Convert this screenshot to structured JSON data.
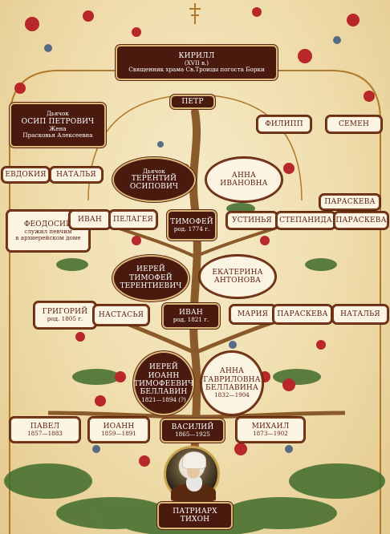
{
  "colors": {
    "box_dark": "#4a1a0f",
    "box_light": "#fbf4e2",
    "frame": "#b07a2a",
    "trunk": "#8a5a2a",
    "leaf": "#3f6b2a",
    "flower": "#b8282a"
  },
  "ancestor": {
    "name": "КИРИЛЛ",
    "century": "(XVII в.)",
    "title": "Священник храма Св.Троицы погоста Борки"
  },
  "petr": "ПЕТР",
  "osip": {
    "rank": "Дьячок",
    "name": "ОСИП ПЕТРОВИЧ",
    "wife_label": "Жена",
    "wife": "Прасковья Алексеевна"
  },
  "filipp": "ФИЛИПП",
  "semen": "СЕМЕН",
  "evdokiya": "ЕВДОКИЯ",
  "natalya1": "НАТАЛЬЯ",
  "terentiy": {
    "rank": "Дьячок",
    "line1": "ТЕРЕНТИЙ",
    "line2": "ОСИПОВИЧ"
  },
  "anna_ivanovna": {
    "line1": "АННА",
    "line2": "ИВАНОВНА"
  },
  "paraskeva1": "ПАРАСКЕВА",
  "feodosiy": {
    "name": "ФЕОДОСИЙ",
    "note1": "служил певчим",
    "note2": "в архиерейском доме"
  },
  "ivan1": "ИВАН",
  "pelageya": "ПЕЛАГЕЯ",
  "timofey": {
    "name": "ТИМОФЕЙ",
    "born": "род. 1774 г."
  },
  "ustinya": "УСТИНЬЯ",
  "stepanida": "СТЕПАНИДА",
  "paraskeva2": "ПАРАСКЕВА",
  "timofey_ter": {
    "rank": "ИЕРЕЙ",
    "line1": "ТИМОФЕЙ",
    "line2": "ТЕРЕНТИЕВИЧ"
  },
  "ekaterina": {
    "line1": "ЕКАТЕРИНА",
    "line2": "АНТОНОВА"
  },
  "grigoriy": {
    "name": "ГРИГОРИЙ",
    "born": "род. 1805 г."
  },
  "nastasya": "НАСТАСЬЯ",
  "ivan2": {
    "name": "ИВАН",
    "born": "род. 1821 г."
  },
  "mariya": "МАРИЯ",
  "paraskeva3": "ПАРАСКЕВА",
  "natalya2": "НАТАЛЬЯ",
  "ioann_tim": {
    "rank": "ИЕРЕЙ",
    "line1": "ИОАНН",
    "line2": "ТИМОФЕЕВИЧ",
    "line3": "БЕЛЛАВИН",
    "dates": "1821—1894 (?)"
  },
  "anna_gavr": {
    "line1": "АННА",
    "line2": "ГАВРИЛОВНА",
    "line3": "БЕЛЛАВИНА",
    "dates": "1832—1904"
  },
  "pavel": {
    "name": "ПАВЕЛ",
    "dates": "1857—1883"
  },
  "ioann": {
    "name": "ИОАНН",
    "dates": "1859—1891"
  },
  "vasiliy": {
    "name": "ВАСИЛИЙ",
    "dates": "1865—1925"
  },
  "mikhail": {
    "name": "МИХАИЛ",
    "dates": "1873—1902"
  },
  "tikhon": {
    "line1": "ПАТРИАРХ",
    "line2": "ТИХОН"
  }
}
